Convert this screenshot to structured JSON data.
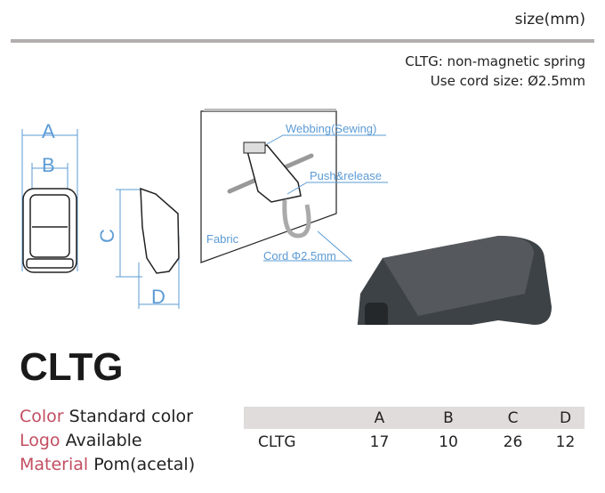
{
  "header": {
    "size_unit": "size(mm)"
  },
  "notes": [
    "CLTG: non-magnetic spring",
    "Use cord size: Ø2.5mm"
  ],
  "diagram": {
    "dim_labels": [
      "A",
      "B",
      "C",
      "D"
    ],
    "callouts": {
      "webbing": "Webbing(Sewing)",
      "push": "Push&release",
      "fabric": "Fabric",
      "cord": "Cord Φ2.5mm"
    }
  },
  "product": {
    "name": "CLTG"
  },
  "specs": [
    {
      "key": "Color",
      "value": "Standard color"
    },
    {
      "key": "Logo",
      "value": "Available"
    },
    {
      "key": "Material",
      "value": "Pom(acetal)"
    }
  ],
  "table": {
    "headers": [
      "",
      "A",
      "B",
      "C",
      "D"
    ],
    "rows": [
      [
        "CLTG",
        "17",
        "10",
        "26",
        "12"
      ]
    ]
  },
  "colors": {
    "accent": "#c24e61",
    "dimension": "#5b9bd5",
    "rule": "#b3adad"
  }
}
